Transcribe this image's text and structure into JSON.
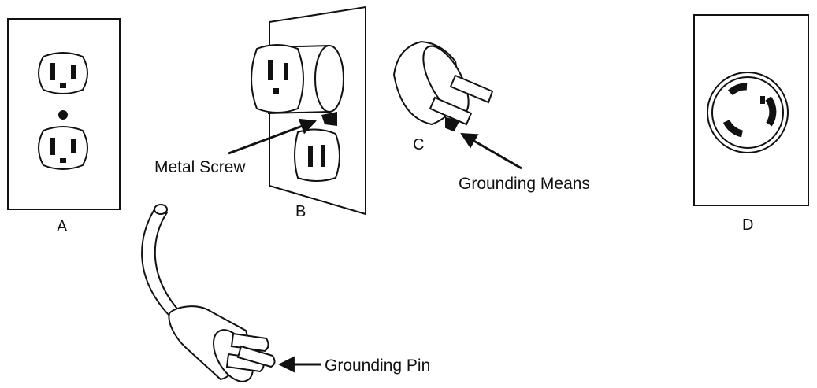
{
  "labels": {
    "a": "A",
    "b": "B",
    "c": "C",
    "d": "D"
  },
  "annotations": {
    "metal_screw": "Metal Screw",
    "grounding_means": "Grounding Means",
    "grounding_pin": "Grounding Pin"
  },
  "colors": {
    "line": "#111111",
    "background": "#ffffff"
  }
}
